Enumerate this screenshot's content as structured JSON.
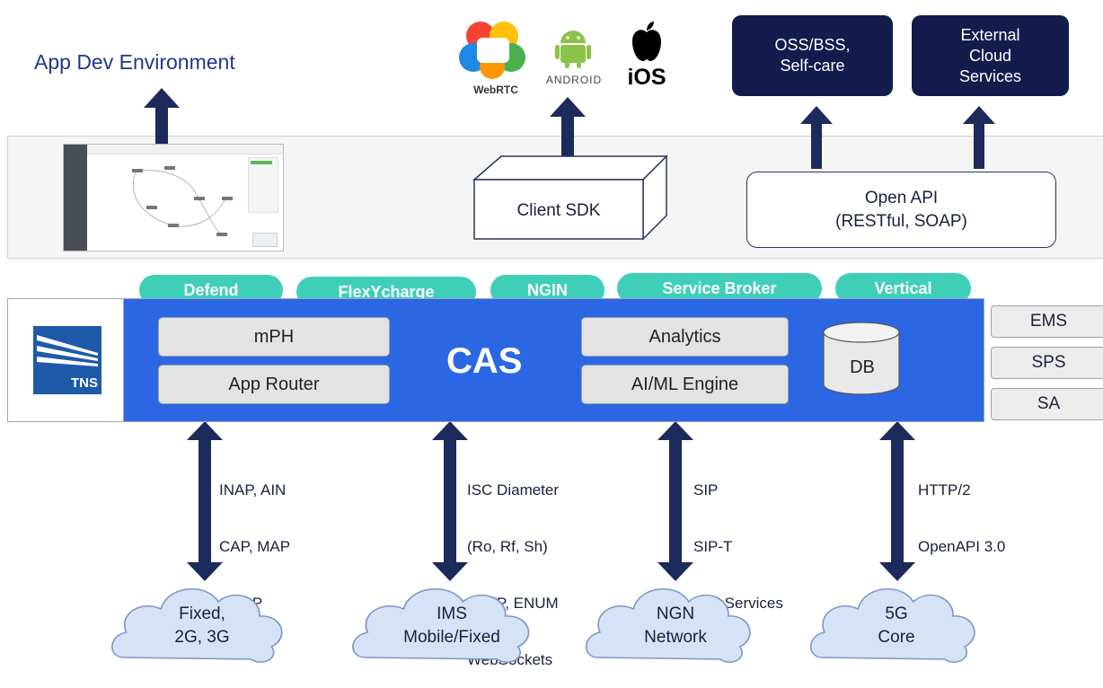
{
  "app_dev": {
    "title": "App Dev Environment"
  },
  "logos": {
    "webrtc": "WebRTC",
    "android": "ANDROID",
    "ios": "iOS"
  },
  "top_boxes": {
    "oss_bss": [
      "OSS/BSS,",
      "Self-care"
    ],
    "external": [
      "External",
      "Cloud",
      "Services"
    ]
  },
  "client_sdk": {
    "label": "Client SDK"
  },
  "open_api": {
    "line1": "Open API",
    "line2": "(RESTful, SOAP)"
  },
  "modules": [
    "Defend",
    "FlexYcharge",
    "NGIN",
    "Service Broker",
    "Vertical"
  ],
  "cas": {
    "title": "CAS",
    "logo_text": "TNS",
    "left_boxes": [
      "mPH",
      "App Router"
    ],
    "right_boxes": [
      "Analytics",
      "AI/ML Engine"
    ],
    "db": "DB"
  },
  "side_boxes": [
    "EMS",
    "SPS",
    "SA"
  ],
  "protocols": [
    [
      "INAP, AIN",
      "CAP, MAP",
      "SMPP"
    ],
    [
      "ISC Diameter",
      "(Ro, Rf, Sh)",
      "HTTP, ENUM",
      "WebSockets"
    ],
    [
      "SIP",
      "SIP-T",
      "WebServices"
    ],
    [
      "HTTP/2",
      "OpenAPI 3.0"
    ]
  ],
  "networks": [
    [
      "Fixed,",
      "2G, 3G"
    ],
    [
      "IMS",
      "Mobile/Fixed"
    ],
    [
      "NGN",
      "Network"
    ],
    [
      "5G",
      "Core"
    ]
  ],
  "colors": {
    "navy": "#141c4d",
    "cas_blue": "#2b67e3",
    "teal": "#3fcfb8",
    "cloud": "#d6e3f7",
    "arrow": "#1c2a5c"
  }
}
